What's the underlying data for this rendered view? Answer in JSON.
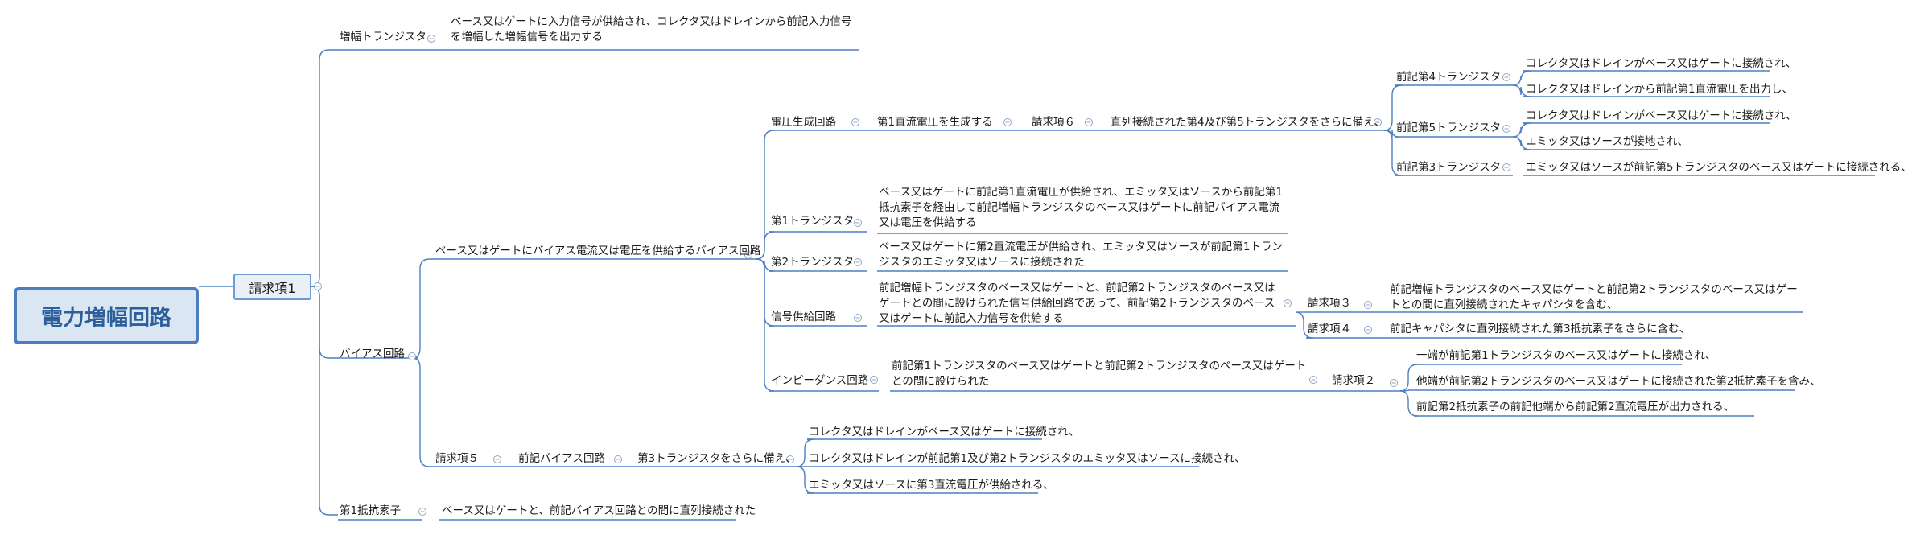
{
  "root": "電力増幅回路",
  "claim1": "請求項1",
  "amp_transistor": {
    "label": "増幅トランジスタ",
    "desc": "ベース又はゲートに入力信号が供給され、コレクタ又はドレインから前記入力信号を増幅した増幅信号を出力する"
  },
  "bias_circuit": {
    "label": "バイアス回路",
    "supply": "ベース又はゲートにバイアス電流又は電圧を供給するバイアス回路",
    "voltage_gen": {
      "label": "電圧生成回路",
      "gen": "第1直流電圧を生成する",
      "claim6": "請求項６",
      "cascade": "直列接続された第4及び第5トランジスタをさらに備え、",
      "t4": {
        "label": "前記第4トランジスタ",
        "a": "コレクタ又はドレインがベース又はゲートに接続され、",
        "b": "コレクタ又はドレインから前記第1直流電圧を出力し、"
      },
      "t5": {
        "label": "前記第5トランジスタ",
        "a": "コレクタ又はドレインがベース又はゲートに接続され、",
        "b": "エミッタ又はソースが接地され、"
      },
      "t3": {
        "label": "前記第3トランジスタ",
        "a": "エミッタ又はソースが前記第5トランジスタのベース又はゲートに接続される、"
      }
    },
    "first_transistor": {
      "label": "第1トランジスタ",
      "desc": "ベース又はゲートに前記第1直流電圧が供給され、エミッタ又はソースから前記第1抵抗素子を経由して前記増幅トランジスタのベース又はゲートに前記バイアス電流又は電圧を供給する"
    },
    "second_transistor": {
      "label": "第2トランジスタ",
      "desc": "ベース又はゲートに第2直流電圧が供給され、エミッタ又はソースが前記第1トランジスタのエミッタ又はソースに接続された"
    },
    "signal_supply": {
      "label": "信号供給回路",
      "desc": "前記増幅トランジスタのベース又はゲートと、前記第2トランジスタのベース又はゲートとの間に設けられた信号供給回路であって、前記第2トランジスタのベース又はゲートに前記入力信号を供給する",
      "claim3": "請求項３",
      "claim3_desc": "前記増幅トランジスタのベース又はゲートと前記第2トランジスタのベース又はゲートとの間に直列接続されたキャパシタを含む、",
      "claim4": "請求項４",
      "claim4_desc": "前記キャパシタに直列接続された第3抵抗素子をさらに含む、"
    },
    "impedance": {
      "label": "インピーダンス回路",
      "desc": "前記第1トランジスタのベース又はゲートと前記第2トランジスタのベース又はゲートとの間に設けられた",
      "claim2": "請求項２",
      "a": "一端が前記第1トランジスタのベース又はゲートに接続され、",
      "b": "他端が前記第2トランジスタのベース又はゲートに接続された第2抵抗素子を含み、",
      "c": "前記第2抵抗素子の前記他端から前記第2直流電圧が出力される、"
    },
    "claim5": {
      "label": "請求項５",
      "bias": "前記バイアス回路",
      "third": "第3トランジスタをさらに備え、",
      "a": "コレクタ又はドレインがベース又はゲートに接続され、",
      "b": "コレクタ又はドレインが前記第1及び第2トランジスタのエミッタ又はソースに接続され、",
      "c": "エミッタ又はソースに第3直流電圧が供給される、"
    }
  },
  "first_resistor": {
    "label": "第1抵抗素子",
    "desc": "ベース又はゲートと、前記バイアス回路との間に直列接続された"
  },
  "colors": {
    "line": "#4f7fc0",
    "root_border": "#4a7ec1",
    "root_text": "#2d5f9c",
    "root_fill": "#dbe6f3"
  }
}
